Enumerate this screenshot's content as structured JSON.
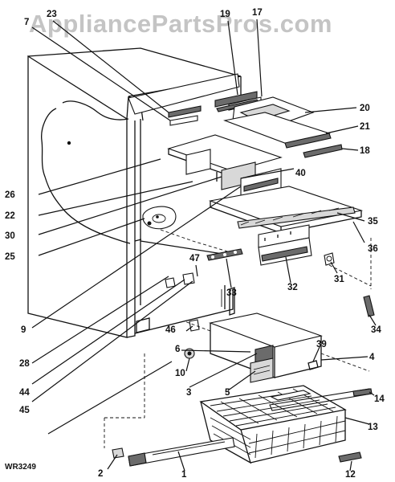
{
  "watermark": "AppliancePartsPros.com",
  "diagram_code": "WR3249",
  "part_labels": [
    "23",
    "7",
    "19",
    "17",
    "20",
    "21",
    "18",
    "40",
    "26",
    "22",
    "30",
    "25",
    "35",
    "36",
    "31",
    "32",
    "47",
    "33",
    "9",
    "28",
    "44",
    "45",
    "34",
    "46",
    "6",
    "10",
    "39",
    "4",
    "3",
    "5",
    "14",
    "13",
    "2",
    "1",
    "12"
  ]
}
